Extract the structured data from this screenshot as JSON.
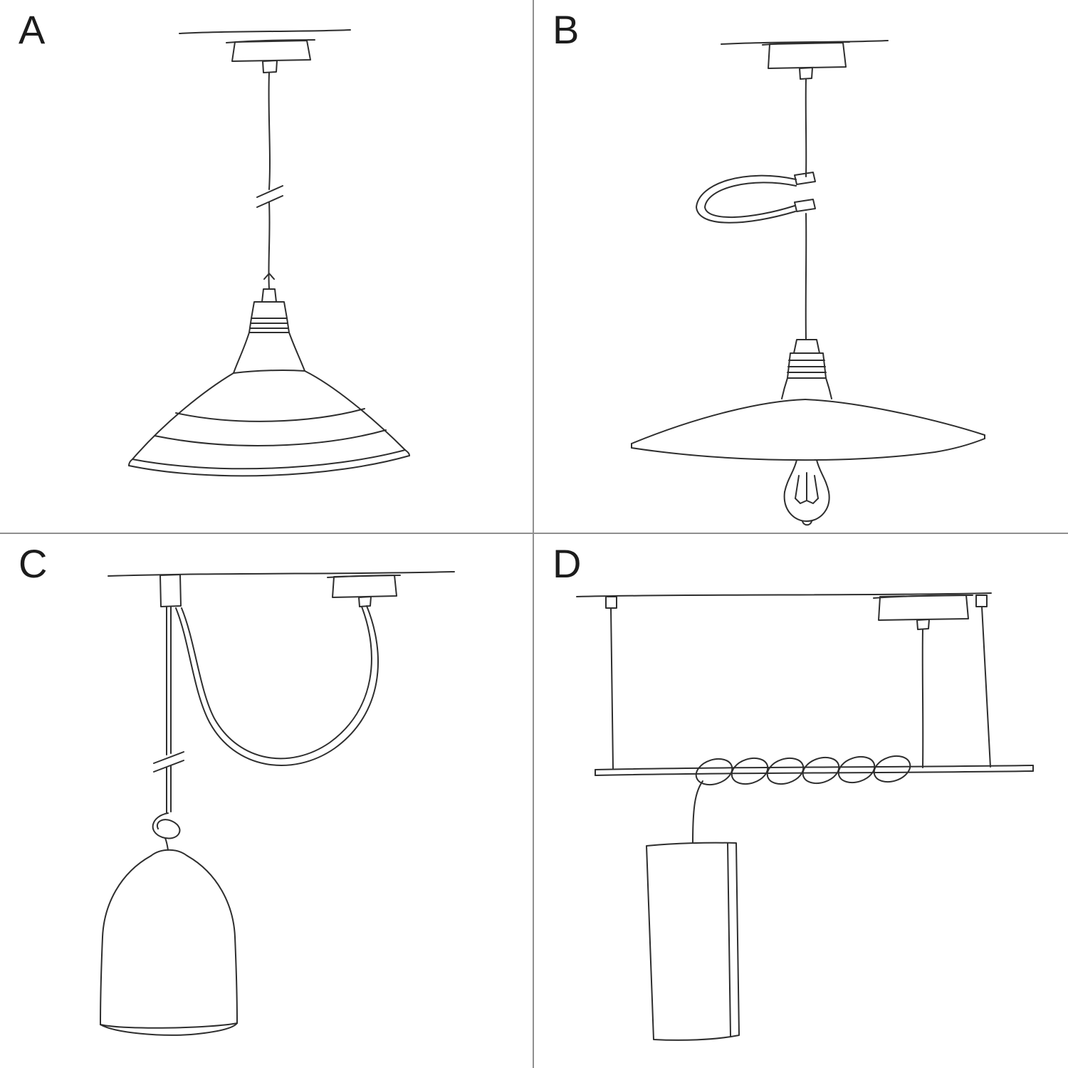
{
  "panels": [
    {
      "label": "A",
      "sketch": "pendant-industrial-bowl-shade"
    },
    {
      "label": "B",
      "sketch": "pendant-flat-plate-shade-with-bulb-and-cable-loop"
    },
    {
      "label": "C",
      "sketch": "swag-pendant-with-hook-knot-and-bell-shade"
    },
    {
      "label": "D",
      "sketch": "pendant-bar-with-coiled-cable-and-tube-shade"
    }
  ],
  "colors": {
    "background": "#ffffff",
    "line": "#2e2e2e",
    "divider": "#8f8f8f",
    "label": "#1c1c1c"
  }
}
